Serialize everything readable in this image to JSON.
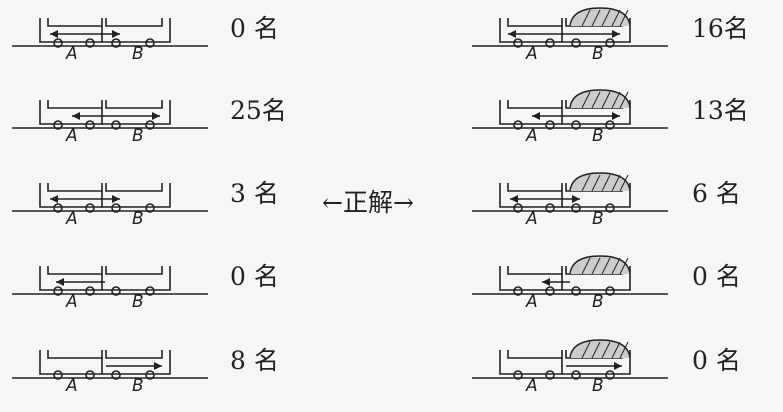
{
  "left_panels": [
    {
      "count": "0 名",
      "label_a": "A",
      "label_b": "B",
      "arrow": "both-center"
    },
    {
      "count": "25名",
      "label_a": "A",
      "label_b": "B",
      "arrow": "both-right"
    },
    {
      "count": "3 名",
      "label_a": "A",
      "label_b": "B",
      "arrow": "both-center"
    },
    {
      "count": "0 名",
      "label_a": "A",
      "label_b": "B",
      "arrow": "left"
    },
    {
      "count": "8 名",
      "label_a": "A",
      "label_b": "B",
      "arrow": "right"
    }
  ],
  "center_label": "←正解→",
  "right_panels": [
    {
      "count": "16名",
      "label_a": "A",
      "label_b": "B",
      "arrow": "both-wide"
    },
    {
      "count": "13名",
      "label_a": "A",
      "label_b": "B",
      "arrow": "both-right"
    },
    {
      "count": "6 名",
      "label_a": "A",
      "label_b": "B",
      "arrow": "both-center"
    },
    {
      "count": "0 名",
      "label_a": "A",
      "label_b": "B",
      "arrow": "left-short"
    },
    {
      "count": "0 名",
      "label_a": "A",
      "label_b": "B",
      "arrow": "right"
    }
  ],
  "colors": {
    "ink": "#222222",
    "background": "#f6f6f4"
  }
}
